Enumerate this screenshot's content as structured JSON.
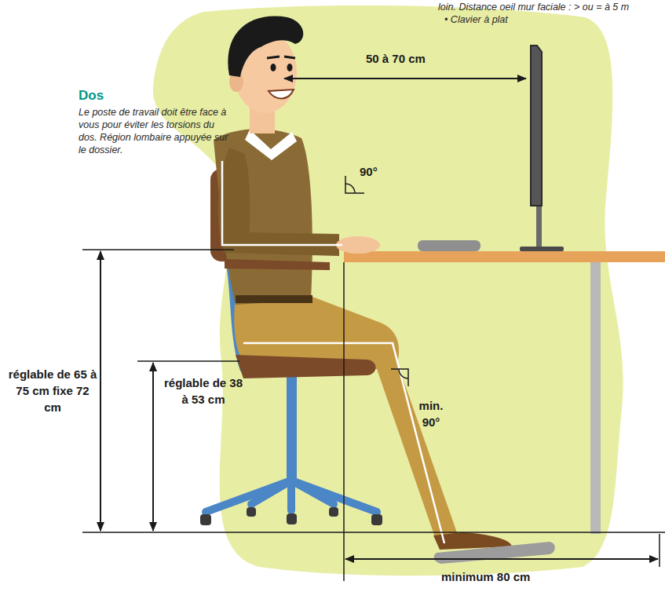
{
  "diagram": {
    "labels": [
      "loin. Distance oeil mur faciale : > ou = à 5 m",
      "• Clavier à plat",
      "Dos",
      "Le poste de travail doit être face à vous pour éviter les torsions du dos. Région lombaire appuyée sur le dossier.",
      "50 à 70 cm",
      "90°",
      "réglable de 65 à 75 cm fixe 72 cm",
      "réglable de 38 à 53 cm",
      "min. 90°",
      "minimum 80 cm"
    ]
  }
}
